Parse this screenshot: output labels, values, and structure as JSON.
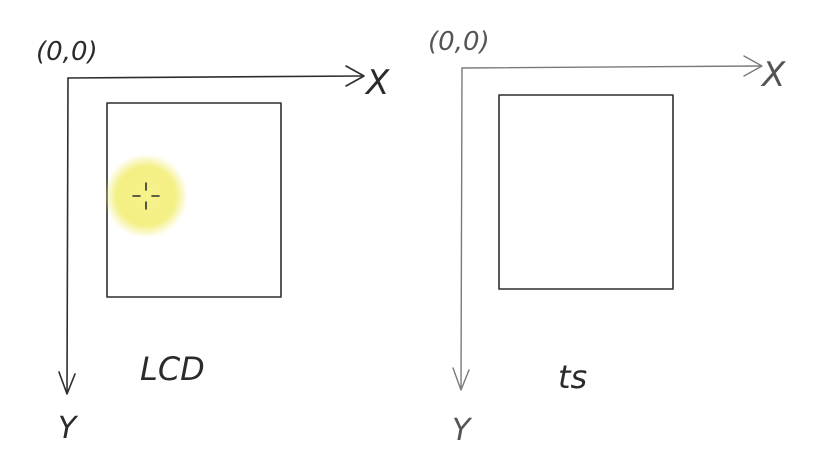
{
  "left_diagram": {
    "origin_label": "(0,0)",
    "x_axis_label": "X",
    "y_axis_label": "Y",
    "caption": "LCD"
  },
  "right_diagram": {
    "origin_label": "(0,0)",
    "x_axis_label": "X",
    "y_axis_label": "Y",
    "caption": "ts"
  },
  "colors": {
    "ink_dark": "#2e2e2e",
    "ink_light": "#7a7a7a",
    "cursor_highlight": "#f3f08a"
  }
}
